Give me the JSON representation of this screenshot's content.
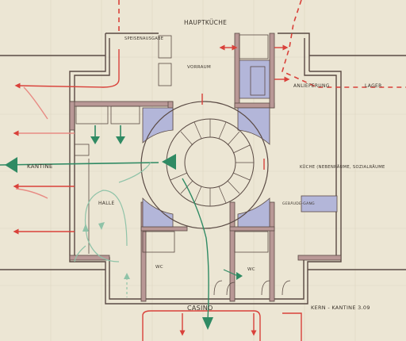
{
  "labels": {
    "hauptkueche": "HAUPTKÜCHE",
    "speisenausgabe": "SPEISENAUSGABE",
    "vorraum": "VORRAUM",
    "anlieferung": "ANLIEFERUNG",
    "lager": "LAGER",
    "kantine": "KANTINE",
    "halle": "HALLE",
    "kueche_nebenraeume": "KÜCHE (NEBENRÄUME, SOZIALRÄUME",
    "gebaeudegang": "GEBÄUDE-GANG",
    "wc_left": "WC",
    "wc_right": "WC",
    "casino": "CASINO",
    "title": "KERN - KANTINE  3.09"
  },
  "colors": {
    "paper": "#ece6d4",
    "grid": "#ddd6c2",
    "ink": "#5a4a44",
    "wall_fill": "#b99896",
    "core_fill": "#b3b6d9",
    "red_arrow": "#d9413a",
    "red_faint": "#e88b84",
    "green_arrow": "#2f8a63",
    "green_faint": "#8fc3a8"
  }
}
